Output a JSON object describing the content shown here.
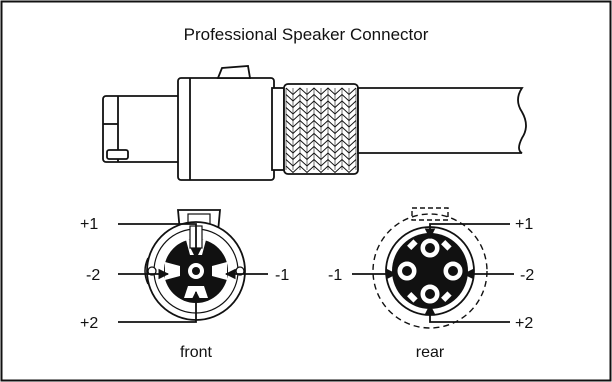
{
  "title": "Professional Speaker Connector",
  "front": {
    "caption": "front",
    "pins": {
      "top": "+1",
      "left": "-2",
      "right": "-1",
      "bottom": "+2"
    }
  },
  "rear": {
    "caption": "rear",
    "pins": {
      "top": "+1",
      "left": "-1",
      "right": "-2",
      "bottom": "+2"
    }
  }
}
